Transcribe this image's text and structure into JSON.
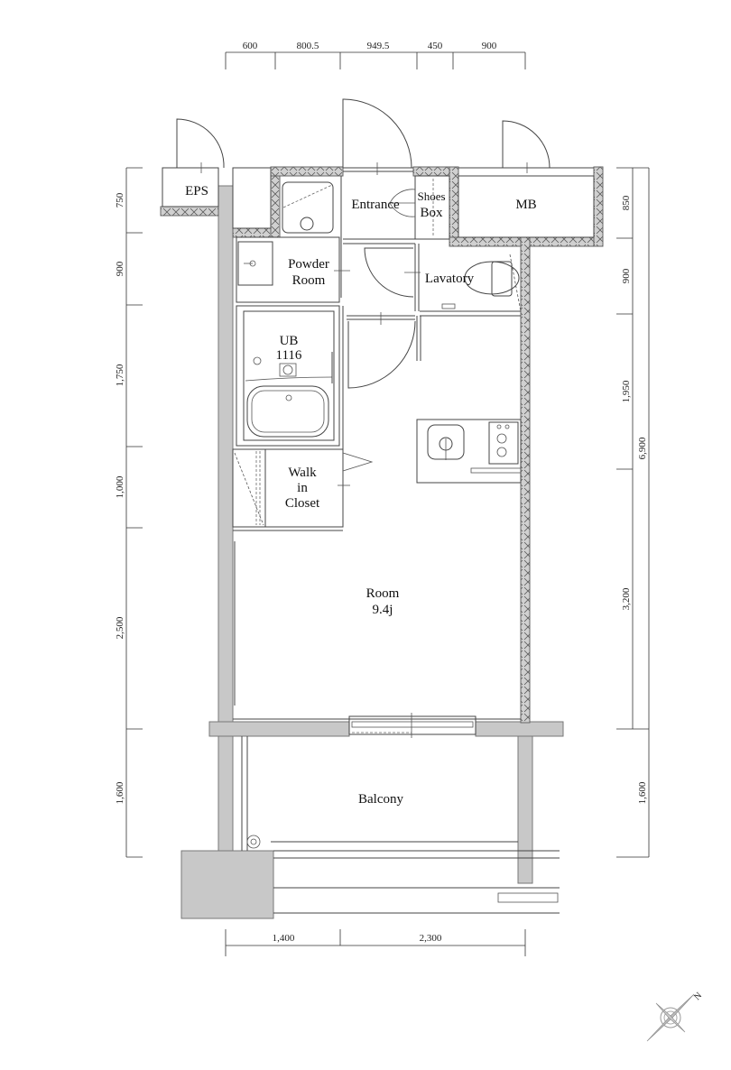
{
  "plan": {
    "rooms": {
      "eps": "EPS",
      "entrance": "Entrance",
      "shoes_box_1": "Shoes",
      "shoes_box_2": "Box",
      "mb": "MB",
      "powder_room_1": "Powder",
      "powder_room_2": "Room",
      "lavatory": "Lavatory",
      "ub_1": "UB",
      "ub_2": "1116",
      "walk_in_closet_1": "Walk",
      "walk_in_closet_2": "in",
      "walk_in_closet_3": "Closet",
      "room_1": "Room",
      "room_2": "9.4j",
      "balcony": "Balcony"
    },
    "dimensions": {
      "top": [
        "600",
        "800.5",
        "949.5",
        "450",
        "900"
      ],
      "left": [
        "750",
        "900",
        "1,750",
        "1,000",
        "2,500",
        "1,600"
      ],
      "right_inner": [
        "850",
        "900",
        "1,950",
        "3,200",
        "1,600"
      ],
      "right_total": "6,900",
      "bottom": [
        "1,400",
        "2,300"
      ]
    },
    "compass": {
      "north_label": "N"
    },
    "colors": {
      "wall_fill": "#c8c8c8",
      "line": "#444444"
    }
  }
}
